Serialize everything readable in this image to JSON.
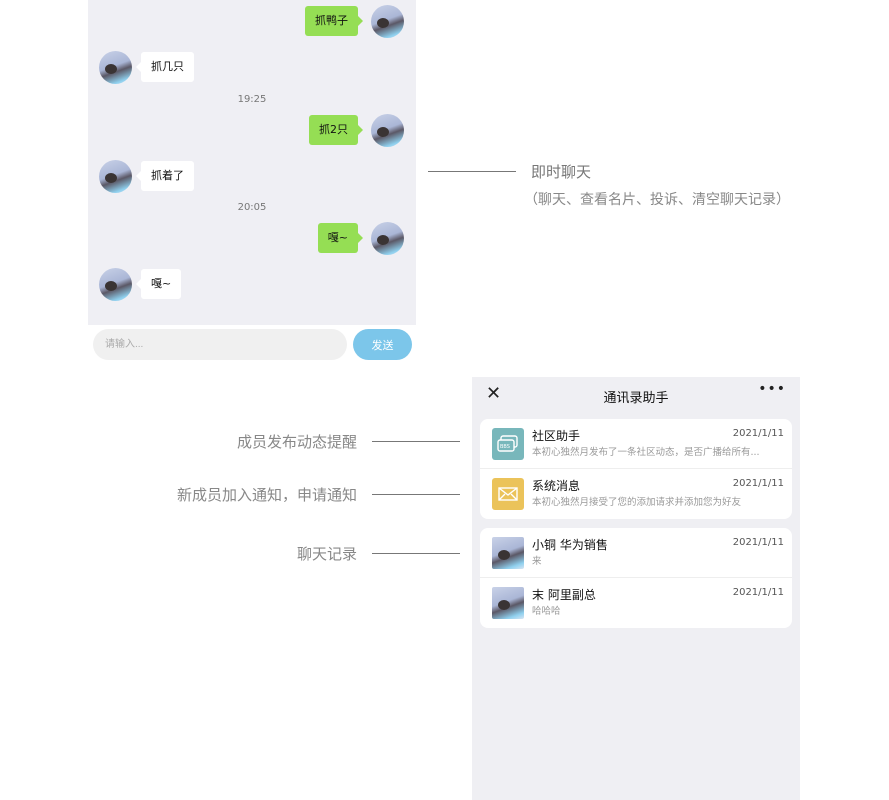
{
  "chat": {
    "messages": [
      {
        "side": "me",
        "text": "抓鸭子"
      },
      {
        "side": "other",
        "text": "抓几只"
      },
      {
        "side": "time",
        "text": "19:25"
      },
      {
        "side": "me",
        "text": "抓2只"
      },
      {
        "side": "other",
        "text": "抓着了"
      },
      {
        "side": "time",
        "text": "20:05"
      },
      {
        "side": "me",
        "text": "嘎~"
      },
      {
        "side": "other",
        "text": "嘎~"
      }
    ],
    "input_placeholder": "请输入...",
    "send_label": "发送"
  },
  "annotations": {
    "chat_title": "即时聊天",
    "chat_sub": "（聊天、查看名片、投诉、清空聊天记录）",
    "reminder": "成员发布动态提醒",
    "notify": "新成员加入通知，申请通知",
    "history": "聊天记录"
  },
  "panel": {
    "title": "通讯录助手",
    "close_icon": "close-icon",
    "more_icon": "more-icon",
    "system": [
      {
        "name": "社区助手",
        "date": "2021/1/11",
        "sub": "本初心独然月发布了一条社区动态，是否广播给所有...",
        "icon": "bbs-chat-icon",
        "color": "#78b7bb"
      },
      {
        "name": "系统消息",
        "date": "2021/1/11",
        "sub": "本初心独然月接受了您的添加请求并添加您为好友",
        "icon": "envelope-icon",
        "color": "#ebc35a"
      }
    ],
    "chats": [
      {
        "name": "小铜 华为销售",
        "date": "2021/1/11",
        "sub": "来"
      },
      {
        "name": "末 阿里副总",
        "date": "2021/1/11",
        "sub": "哈哈哈"
      }
    ]
  }
}
